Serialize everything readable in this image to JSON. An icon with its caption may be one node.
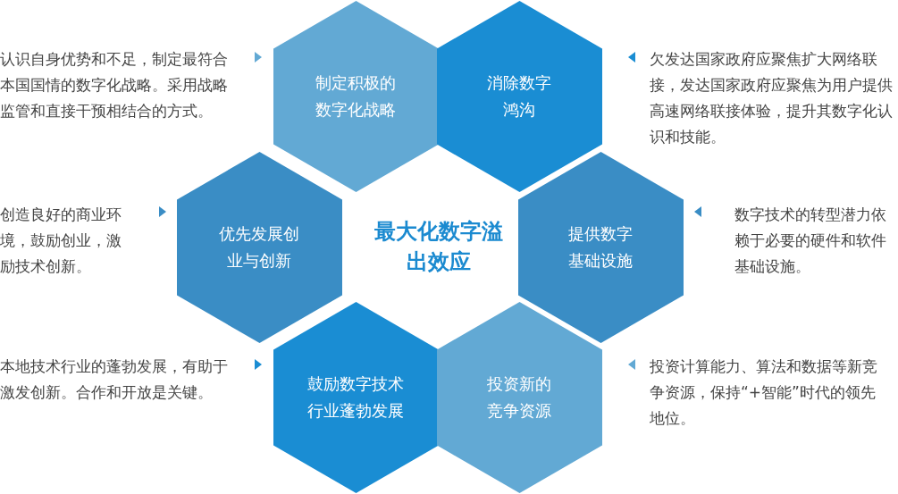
{
  "diagram": {
    "nodes": [
      {
        "text": [
          "制定积极的数字化战略"
        ]
      },
      {
        "text": [
          "消除数字鸿沟"
        ]
      },
      {
        "text": [
          "优先发展创业与创新"
        ],
        "beside": [
          "创造良好的商业环境，鼓励创业，激励技术创新。"
        ]
      },
      {
        "text": [
          "提供数字基础设施"
        ],
        "beside": [
          "数字技术的转型潜力依赖于必要的硬件和软件基础设施。"
        ]
      },
      {
        "text": [
          "鼓励数字技术行业蓬勃发展"
        ]
      },
      {
        "text": [
          "投资新的竞争资源"
        ]
      }
    ],
    "edges": [],
    "labels": [
      "认识自身优势和不足，制定最符合本国国情的数字化战略。采用战略监管和直接干预相结合的方式。",
      "欠发达国家政府应聚焦扩大网络联接，发达国家政府应聚焦为用户提供高速网络联接体验，提升其数字化认识和技能。",
      "最大化数字溢出效应",
      "本地技术行业的蓬勃发展，有助于激发创新。合作和开放是关键。",
      "投资计算能力、算法和数据等新竞争资源，保持“+智能”时代的领先地位。"
    ]
  }
}
